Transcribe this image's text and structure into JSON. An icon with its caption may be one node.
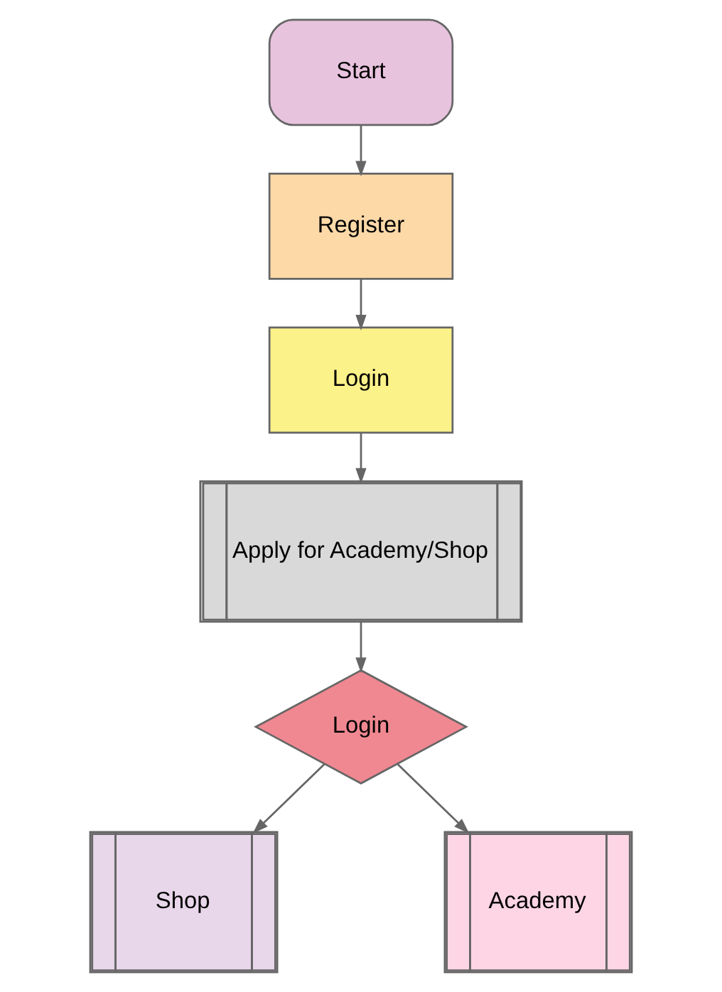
{
  "diagram": {
    "nodes": [
      {
        "text": [
          "Start"
        ]
      },
      {
        "text": [
          "Register"
        ]
      },
      {
        "text": [
          "Login"
        ]
      },
      {
        "text": [
          "Apply for Academy/Shop"
        ]
      },
      {
        "text": [
          "Login"
        ]
      },
      {
        "text": [
          "Shop"
        ]
      },
      {
        "text": [
          "Academy"
        ]
      }
    ],
    "edges": [
      {
        "from": 0,
        "to": 1,
        "arrow": "to"
      },
      {
        "from": 1,
        "to": 2,
        "arrow": "to"
      },
      {
        "from": 2,
        "to": 3,
        "arrow": "to"
      },
      {
        "from": 3,
        "to": 4,
        "arrow": "to"
      },
      {
        "from": 4,
        "to": 5,
        "arrow": "to"
      },
      {
        "from": 4,
        "to": 6,
        "arrow": "to"
      }
    ]
  }
}
